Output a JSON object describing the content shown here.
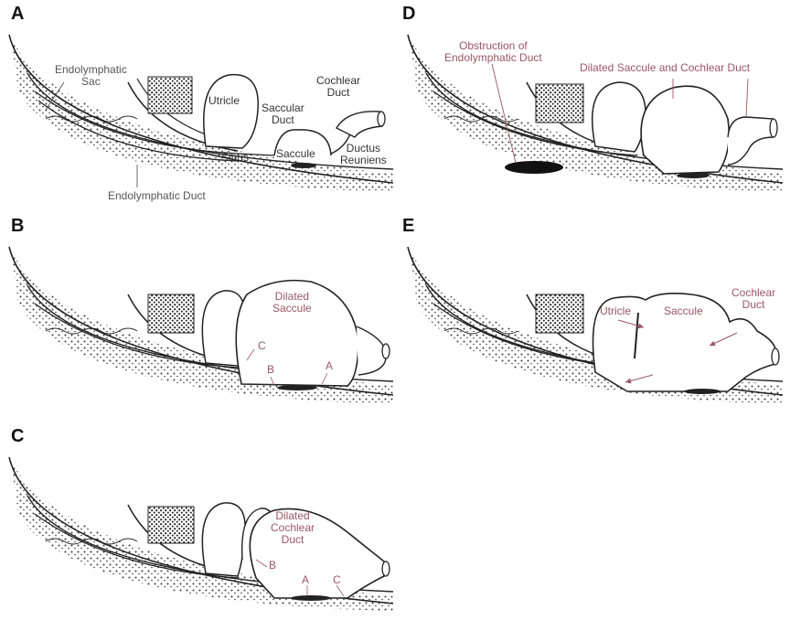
{
  "palette": {
    "line": "#222222",
    "bone_dot": "#3a3a3a",
    "annotation_pink": "#9b5566",
    "annotation_gray": "#555555",
    "obstruction": "#111111"
  },
  "panels": [
    {
      "id": "A",
      "letter": "A",
      "labels": {
        "endolymphatic_sac": "Endolymphatic\nSac",
        "utricle": "Utricle",
        "saccular_duct": "Saccular\nDuct",
        "cochlear_duct": "Cochlear\nDuct",
        "sinus": "Sinus",
        "saccule": "Saccule",
        "ductus_reuniens": "Ductus\nReuniens",
        "endolymphatic_duct": "Endolymphatic Duct"
      }
    },
    {
      "id": "B",
      "letter": "B",
      "labels": {
        "dilated_saccule": "Dilated\nSaccule",
        "point_c": "C",
        "point_b": "B",
        "point_a": "A"
      }
    },
    {
      "id": "C",
      "letter": "C",
      "labels": {
        "dilated_cochlear_duct": "Dilated\nCochlear\nDuct",
        "point_b": "B",
        "point_a": "A",
        "point_c": "C"
      }
    },
    {
      "id": "D",
      "letter": "D",
      "labels": {
        "obstruction": "Obstruction of\nEndolymphatic Duct",
        "dilated_saccule_cochlear": "Dilated Saccule and Cochlear Duct"
      }
    },
    {
      "id": "E",
      "letter": "E",
      "labels": {
        "utricle": "Utricle",
        "saccule": "Saccule",
        "cochlear_duct": "Cochlear\nDuct"
      }
    }
  ]
}
